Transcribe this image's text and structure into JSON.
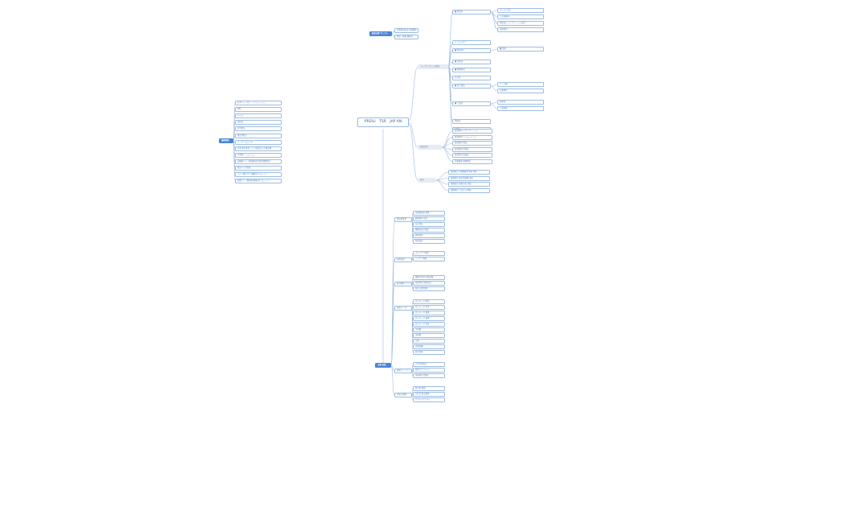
{
  "root": {
    "label": "PREILI　TSR　JAP\nAN"
  },
  "left_topic": {
    "label": "最新動態"
  },
  "left_items": [
    "日本トリリオン・ソリューション",
    "NW",
    "ヘルス",
    "化粧品",
    "化学製品",
    "食品(食品)",
    "エレクトロニクス",
    "日本 化学系化 リンパ天然エキス用途開",
    "半導体ソリュション",
    "高機能アミノ酸(糖尿病対策/健康食品)",
    "食品バイオ製造",
    "アミノ酸サプリ(健康/ダイエット)",
    "医薬アミノ酸原料(健康/ダイエット)"
  ],
  "upper_left": {
    "label": "製品分野 サンプル",
    "items": [
      "天然素材由来 新規開発",
      "食品・健康 機能性"
    ]
  },
  "branch_a": {
    "label": "ライフサイエンス事業"
  },
  "branch_b": {
    "label": "製品応用"
  },
  "branch_c": {
    "label": "研究"
  },
  "a_nodes": [
    {
      "label": "■ 食品系",
      "children": [
        "マイルド加工",
        "うま味調味",
        "食品加工 イノベーション研究",
        "天然素材"
      ]
    },
    {
      "label": "◎ ヘルスケア"
    },
    {
      "label": "■ 食品系2",
      "children": [
        "■ 医薬"
      ]
    },
    {
      "label": "■ 化粧品"
    },
    {
      "label": "■ 健康食品"
    },
    {
      "label": "その他"
    },
    {
      "label": "■ 加工食品",
      "children": [
        "ソース類",
        "冷凍食品"
      ]
    },
    {
      "label": "■ 工業系",
      "children": [
        "新素材",
        "工業材料"
      ]
    },
    {
      "label": "開発品"
    },
    {
      "label": "試験中"
    }
  ],
  "b_nodes": [
    "新規素材 アプリケーション",
    "新規素材 ソリューション",
    "新規素材 食品",
    "新規素材 化粧品",
    "新規素材 医薬品",
    "栄養補助 健康食品"
  ],
  "c_nodes": [
    "基礎研究 天然機能性素材 探索",
    "基礎研究 微生物発酵 技術",
    "基礎研究 精密分析 評価",
    "基礎研究 プロセス 開発"
  ],
  "center_topic": {
    "label": "主要 事業"
  },
  "lower_groups": [
    {
      "label": "食品事業部",
      "items": [
        "天然調味料 開発",
        "健康素材 研究",
        "加工食品",
        "機能性表示食品",
        "原料供給",
        "製造受託"
      ]
    },
    {
      "label": "化粧品部",
      "items": [
        "スキンケア原料",
        "ヘアケア原料"
      ]
    },
    {
      "label": "研究開発 ライフサイエンス事業",
      "items": [
        "機能性素材 評価試験",
        "天然素材 探索研究",
        "製品 品質管理"
      ]
    },
    {
      "label": "事業データ",
      "items": [
        "売上データ 食品",
        "売上データ 化学",
        "売上データ 健康",
        "売上データ 医薬",
        "売上データ 海外",
        "生産量",
        "出荷量",
        "在庫",
        "品質試験",
        "研究件数"
      ]
    },
    {
      "label": "提携パートナー",
      "items": [
        "大学共同研究",
        "原料サプライヤー",
        "海外販売代理店"
      ]
    },
    {
      "label": "今後の展開",
      "items": [
        "新市場 開拓",
        "次世代 製品開発",
        "サステナビリティ"
      ]
    }
  ]
}
